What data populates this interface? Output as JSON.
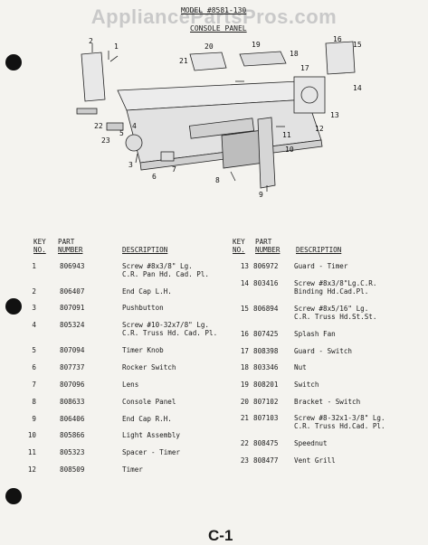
{
  "watermark": "AppliancePartsPros.com",
  "header": {
    "model": "MODEL #8581-130",
    "subtitle": "CONSOLE PANEL"
  },
  "diagram_callouts": [
    "1",
    "2",
    "3",
    "4",
    "5",
    "6",
    "7",
    "8",
    "9",
    "10",
    "11",
    "12",
    "13",
    "14",
    "15",
    "16",
    "17",
    "18",
    "19",
    "20",
    "21",
    "22",
    "23"
  ],
  "table_headers": {
    "left": {
      "key_line1": "KEY",
      "key_line2": "NO.",
      "part_line1": "PART",
      "part_line2": "NUMBER",
      "desc": "DESCRIPTION"
    },
    "right": {
      "key_line1": "KEY",
      "key_line2": "NO.",
      "part_line1": "PART",
      "part_line2": "NUMBER",
      "desc": "DESCRIPTION"
    }
  },
  "parts_left": [
    {
      "key": "1",
      "part": "806943",
      "desc": "Screw #8x3/8\" Lg.\nC.R. Pan Hd. Cad. Pl."
    },
    {
      "key": "2",
      "part": "806407",
      "desc": "End Cap L.H."
    },
    {
      "key": "3",
      "part": "807091",
      "desc": "Pushbutton"
    },
    {
      "key": "4",
      "part": "805324",
      "desc": "Screw #10-32x7/8\" Lg.\nC.R. Truss Hd. Cad. Pl."
    },
    {
      "key": "5",
      "part": "807094",
      "desc": "Timer Knob"
    },
    {
      "key": "6",
      "part": "807737",
      "desc": "Rocker Switch"
    },
    {
      "key": "7",
      "part": "807096",
      "desc": "Lens"
    },
    {
      "key": "8",
      "part": "808633",
      "desc": "Console Panel"
    },
    {
      "key": "9",
      "part": "806406",
      "desc": "End Cap R.H."
    },
    {
      "key": "10",
      "part": "805866",
      "desc": "Light Assembly"
    },
    {
      "key": "11",
      "part": "805323",
      "desc": "Spacer - Timer"
    },
    {
      "key": "12",
      "part": "808509",
      "desc": "Timer"
    }
  ],
  "parts_right": [
    {
      "key": "13",
      "part": "806972",
      "desc": "Guard - Timer"
    },
    {
      "key": "14",
      "part": "803416",
      "desc": "Screw #8x3/8\"Lg.C.R.\nBinding Hd.Cad.Pl."
    },
    {
      "key": "15",
      "part": "806894",
      "desc": "Screw #8x5/16\" Lg.\nC.R. Truss Hd.St.St."
    },
    {
      "key": "16",
      "part": "807425",
      "desc": "Splash Fan"
    },
    {
      "key": "17",
      "part": "808398",
      "desc": "Guard - Switch"
    },
    {
      "key": "18",
      "part": "803346",
      "desc": "Nut"
    },
    {
      "key": "19",
      "part": "808201",
      "desc": "Switch"
    },
    {
      "key": "20",
      "part": "807102",
      "desc": "Bracket - Switch"
    },
    {
      "key": "21",
      "part": "807103",
      "desc": "Screw #8-32x1-3/8\" Lg.\nC.R. Truss Hd.Cad. Pl."
    },
    {
      "key": "22",
      "part": "808475",
      "desc": "Speednut"
    },
    {
      "key": "23",
      "part": "808477",
      "desc": "Vent Grill"
    }
  ],
  "footer": "C-1"
}
